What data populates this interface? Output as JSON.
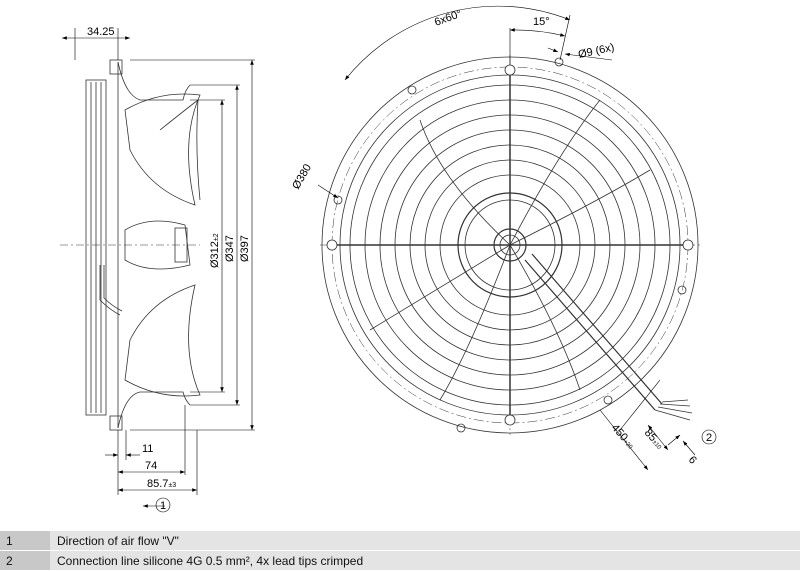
{
  "side_view": {
    "dim_depth_top": "34.25",
    "dim_312": "Ø312",
    "dim_312_tol": "±2",
    "dim_347": "Ø347",
    "dim_397": "Ø397",
    "dim_11": "11",
    "dim_74": "74",
    "dim_85": "85.7",
    "dim_85_tol": "±3",
    "callout_1": "1"
  },
  "front_view": {
    "angle_6x60": "6x60°",
    "angle_15": "15°",
    "hole_dia": "Ø9 (6x)",
    "bolt_circle": "Ø380",
    "cable_length": "450",
    "cable_length_tol": "+20",
    "strip_length": "85",
    "strip_length_tol": "±10",
    "tip_length": "6",
    "callout_2": "2"
  },
  "legend": [
    {
      "num": "1",
      "text": "Direction of air flow \"V\""
    },
    {
      "num": "2",
      "text": "Connection line silicone 4G 0.5 mm², 4x lead tips crimped"
    }
  ]
}
